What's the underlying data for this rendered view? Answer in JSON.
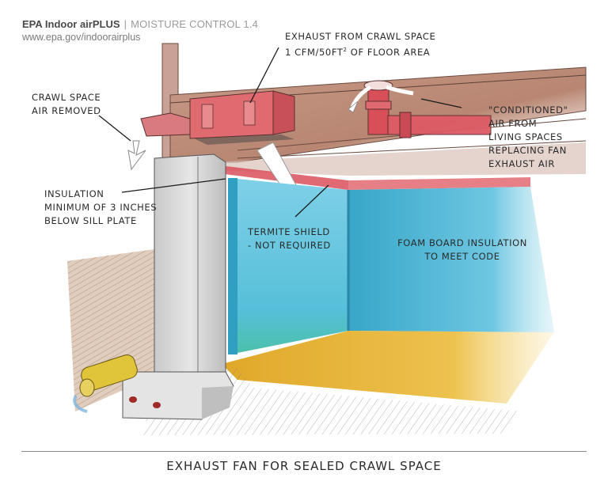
{
  "header": {
    "brand": "EPA Indoor airPLUS",
    "separator": "|",
    "document": "MOISTURE CONTROL 1.4",
    "url": "www.epa.gov/indoorairplus"
  },
  "labels": {
    "exhaust": {
      "line1": "EXHAUST FROM CRAWL SPACE",
      "line2_pre": "1 cfm/50ft",
      "line2_sup": "2",
      "line2_post": " OF FLOOR AREA"
    },
    "crawl_air_removed": [
      "CRAWL SPACE",
      "AIR REMOVED"
    ],
    "conditioned_air": [
      "\"CONDITIONED\"",
      "AIR FROM",
      "LIVING SPACES",
      "REPLACING FAN",
      "EXHAUST AIR"
    ],
    "insulation": [
      "INSULATION",
      "MINIMUM OF 3 INCHES",
      "BELOW SILL PLATE"
    ],
    "termite_shield": [
      "TERMITE SHIELD",
      "- NOT REQUIRED"
    ],
    "foam_board": [
      "FOAM BOARD INSULATION",
      "TO MEET CODE"
    ]
  },
  "caption": "EXHAUST FAN FOR SEALED CRAWL SPACE",
  "colors": {
    "joist_wood": "#b98a78",
    "duct_red": "#d9646a",
    "foam_blue": "#4fb7d6",
    "floor_yellow": "#e3b43a",
    "concrete_gray": "#d8d8d8",
    "soil_brown": "#8a5a3a"
  }
}
